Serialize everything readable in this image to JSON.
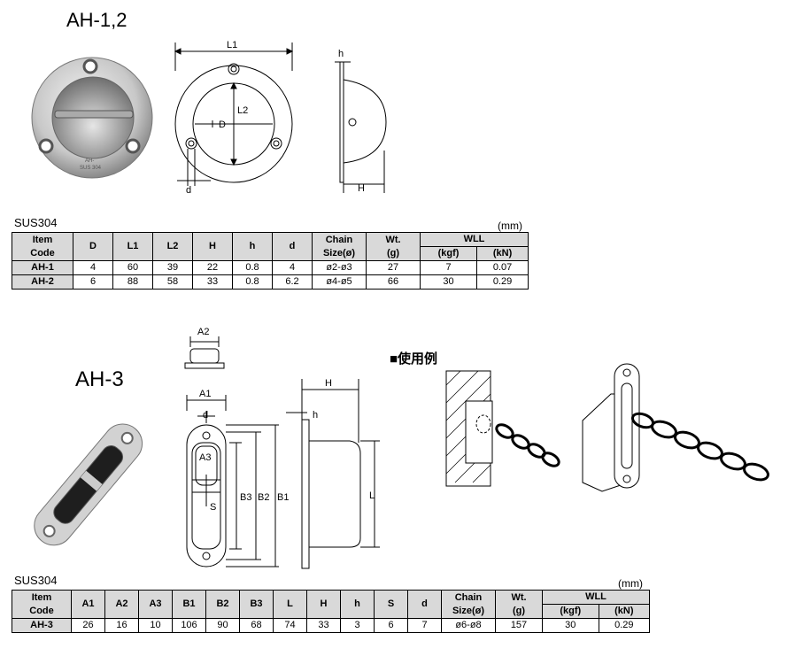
{
  "section1": {
    "title": "AH-1,2",
    "material": "SUS304",
    "unit": "(mm)",
    "stamp_line1": "AH-",
    "stamp_line2": "SUS 304",
    "dims": {
      "L1": "L1",
      "L2": "L2",
      "D": "D",
      "d": "d",
      "h": "h",
      "H": "H"
    },
    "headers": {
      "item": [
        "Item",
        "Code"
      ],
      "cols": [
        "D",
        "L1",
        "L2",
        "H",
        "h",
        "d"
      ],
      "chain": [
        "Chain",
        "Size(ø)"
      ],
      "wt": [
        "Wt.",
        "(g)"
      ],
      "wll": "WLL",
      "wll_sub": [
        "(kgf)",
        "(kN)"
      ]
    },
    "rows": [
      {
        "code": "AH-1",
        "D": "4",
        "L1": "60",
        "L2": "39",
        "H": "22",
        "h": "0.8",
        "d": "4",
        "chain": "ø2-ø3",
        "wt": "27",
        "kgf": "7",
        "kn": "0.07"
      },
      {
        "code": "AH-2",
        "D": "6",
        "L1": "88",
        "L2": "58",
        "H": "33",
        "h": "0.8",
        "d": "6.2",
        "chain": "ø4-ø5",
        "wt": "66",
        "kgf": "30",
        "kn": "0.29"
      }
    ]
  },
  "section2": {
    "title": "AH-3",
    "usage_title": "■使用例",
    "material": "SUS304",
    "unit": "(mm)",
    "dims": {
      "A1": "A1",
      "A2": "A2",
      "A3": "A3",
      "B1": "B1",
      "B2": "B2",
      "B3": "B3",
      "d": "d",
      "S": "S",
      "H": "H",
      "h": "h",
      "L": "L"
    },
    "headers": {
      "item": [
        "Item",
        "Code"
      ],
      "cols": [
        "A1",
        "A2",
        "A3",
        "B1",
        "B2",
        "B3",
        "L",
        "H",
        "h",
        "S",
        "d"
      ],
      "chain": [
        "Chain",
        "Size(ø)"
      ],
      "wt": [
        "Wt.",
        "(g)"
      ],
      "wll": "WLL",
      "wll_sub": [
        "(kgf)",
        "(kN)"
      ]
    },
    "rows": [
      {
        "code": "AH-3",
        "A1": "26",
        "A2": "16",
        "A3": "10",
        "B1": "106",
        "B2": "90",
        "B3": "68",
        "L": "74",
        "H": "33",
        "h": "3",
        "S": "6",
        "d": "7",
        "chain": "ø6-ø8",
        "wt": "157",
        "kgf": "30",
        "kn": "0.29"
      }
    ]
  }
}
